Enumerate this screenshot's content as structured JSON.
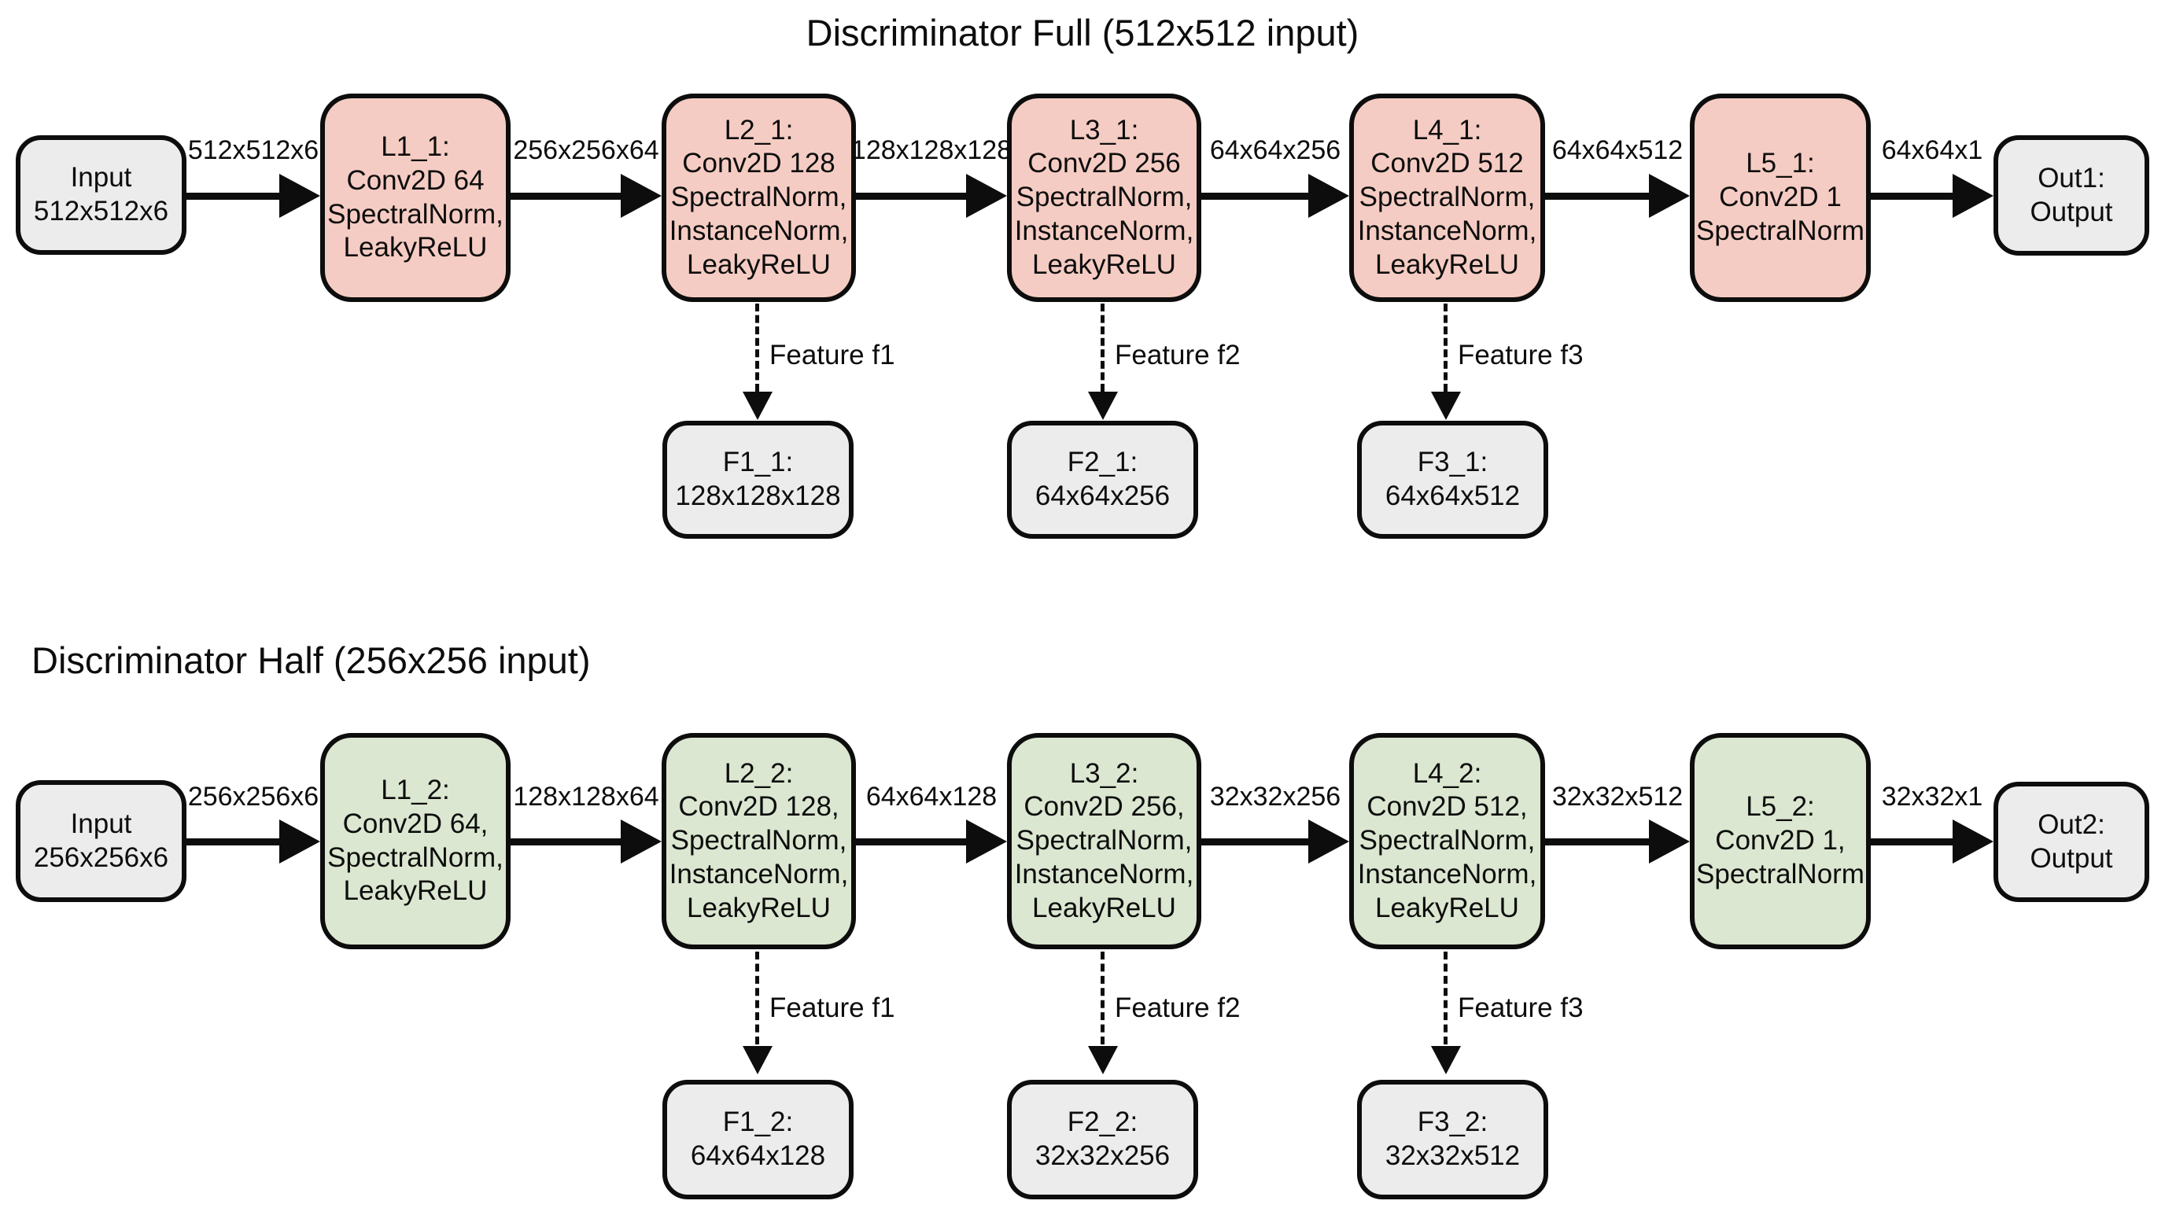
{
  "full": {
    "title": "Discriminator Full (512x512 input)",
    "input": "Input\n512x512x6",
    "layers": [
      "L1_1:\nConv2D 64\nSpectralNorm,\nLeakyReLU",
      "L2_1:\nConv2D 128\nSpectralNorm,\nInstanceNorm,\nLeakyReLU",
      "L3_1:\nConv2D 256\nSpectralNorm,\nInstanceNorm,\nLeakyReLU",
      "L4_1:\nConv2D 512\nSpectralNorm,\nInstanceNorm,\nLeakyReLU",
      "L5_1:\nConv2D 1\nSpectralNorm"
    ],
    "output": "Out1:\nOutput",
    "arrow_labels": [
      "512x512x6",
      "256x256x64",
      "128x128x128",
      "64x64x256",
      "64x64x512",
      "64x64x1"
    ],
    "feature_labels": [
      "Feature f1",
      "Feature f2",
      "Feature f3"
    ],
    "features": [
      "F1_1:\n128x128x128",
      "F2_1:\n64x64x256",
      "F3_1:\n64x64x512"
    ]
  },
  "half": {
    "title": "Discriminator Half (256x256 input)",
    "input": "Input\n256x256x6",
    "layers": [
      "L1_2:\nConv2D 64,\nSpectralNorm,\nLeakyReLU",
      "L2_2:\nConv2D 128,\nSpectralNorm,\nInstanceNorm,\nLeakyReLU",
      "L3_2:\nConv2D 256,\nSpectralNorm,\nInstanceNorm,\nLeakyReLU",
      "L4_2:\nConv2D 512,\nSpectralNorm,\nInstanceNorm,\nLeakyReLU",
      "L5_2:\nConv2D 1,\nSpectralNorm"
    ],
    "output": "Out2:\nOutput",
    "arrow_labels": [
      "256x256x6",
      "128x128x64",
      "64x64x128",
      "32x32x256",
      "32x32x512",
      "32x32x1"
    ],
    "feature_labels": [
      "Feature f1",
      "Feature f2",
      "Feature f3"
    ],
    "features": [
      "F1_2:\n64x64x128",
      "F2_2:\n32x32x256",
      "F3_2:\n32x32x512"
    ]
  },
  "colors": {
    "layer_full": "#f5ccc3",
    "layer_half": "#dbe7d0",
    "io_box": "#ececec",
    "stroke": "#0d0d0d",
    "background": "#ffffff"
  }
}
